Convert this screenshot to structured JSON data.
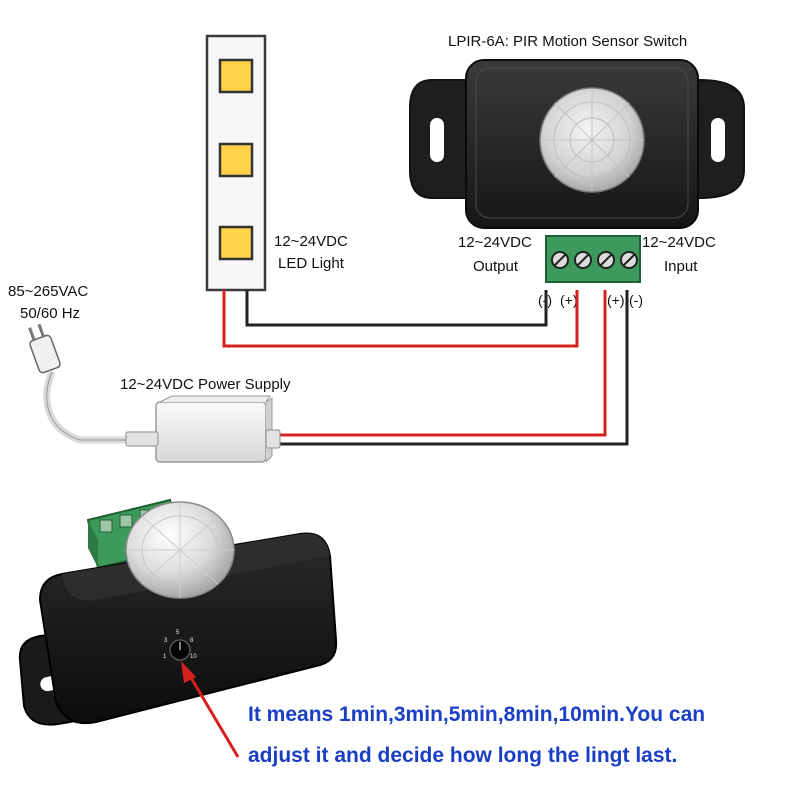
{
  "diagram": {
    "title": "LPIR-6A: PIR Motion Sensor Switch",
    "led": {
      "voltage": "12~24VDC",
      "name": "LED Light"
    },
    "mains": {
      "voltage": "85~265VAC",
      "frequency": "50/60 Hz"
    },
    "power_supply": {
      "label": "12~24VDC Power Supply"
    },
    "sensor_output": {
      "voltage": "12~24VDC",
      "name": "Output"
    },
    "sensor_input": {
      "voltage": "12~24VDC",
      "name": "Input"
    },
    "polarity": {
      "out_neg": "(-)",
      "out_pos": "(+)",
      "in_pos": "(+)",
      "in_neg": "(-)"
    },
    "colors": {
      "positive_wire": "#d4221f",
      "negative_wire": "#222222",
      "terminal_green": "#3e9a5c",
      "caption_blue": "#1a3fc4",
      "arrow_red": "#d61f1f"
    }
  },
  "photo": {
    "dial_ticks": [
      "1",
      "3",
      "5",
      "8",
      "10"
    ]
  },
  "caption": {
    "line1": "It means 1min,3min,5min,8min,10min.You can",
    "line2": "adjust it and decide how long the lingt last."
  }
}
